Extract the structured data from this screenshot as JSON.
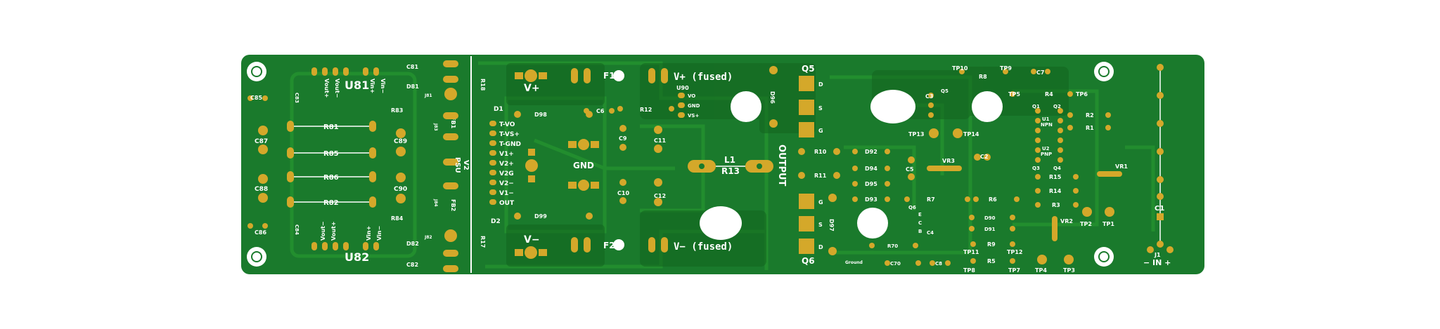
{
  "colors": {
    "mask": "#1a7a2c",
    "mask_dark": "#13651f",
    "trace": "#23902f",
    "copper": "#d4a82a",
    "silk": "#ffffff",
    "hole": "#ffffff"
  },
  "labels": {
    "vplus": "V+",
    "vminus": "V−",
    "f1": "F1",
    "f2": "F2",
    "vplus_fused": "V+ (fused)",
    "vminus_fused": "V− (fused)",
    "gnd": "GND",
    "output": "OUTPUT",
    "l1": "L1",
    "r13": "R13",
    "q5": "Q5",
    "q6": "Q6",
    "u81": "U81",
    "u82": "U82",
    "v2": "V2",
    "psu": "PSU",
    "in": "− IN +",
    "j1": "J1",
    "c1": "C1",
    "u90": "U90",
    "ground": "Ground",
    "npn": "NPN",
    "pnp": "PNP",
    "u1": "U1",
    "u2": "U2"
  },
  "connector_pins": [
    "T-VO",
    "T-VS+",
    "T-GND",
    "V1+",
    "V2+",
    "V2G",
    "V2−",
    "V1−",
    "OUT"
  ],
  "u90_pins": [
    "VO",
    "GND",
    "VS+"
  ],
  "fet_pins_q5": [
    "D",
    "S",
    "G"
  ],
  "fet_pins_q6": [
    "G",
    "S",
    "D"
  ],
  "resistors_left": [
    "R81",
    "R85",
    "R86",
    "R82"
  ],
  "caps_left": [
    "C85",
    "C87",
    "C88",
    "C86"
  ],
  "caps_mid_left": [
    "C89",
    "C90"
  ],
  "small_refs": {
    "r83": "R83",
    "r84": "R84",
    "c81": "C81",
    "c82": "C82",
    "d81": "D81",
    "d82": "D82",
    "c83": "C83",
    "c84": "C84",
    "r18": "R18",
    "r17": "R17",
    "d1": "D1",
    "d2": "D2",
    "d98": "D98",
    "d99": "D99",
    "c6": "C6",
    "r12": "R12",
    "c9": "C9",
    "c10": "C10",
    "c11": "C11",
    "c12": "C12",
    "d96": "D96",
    "d97": "D97",
    "fb1": "FB1",
    "fb2": "FB2",
    "j81": "J81",
    "j82": "J82",
    "j83": "J83",
    "j84": "J84"
  },
  "right_refs": {
    "r10": "R10",
    "r11": "R11",
    "d92": "D92",
    "d94": "D94",
    "d95": "D95",
    "d93": "D93",
    "c5": "C5",
    "vr3": "VR3",
    "c2": "C2",
    "r7": "R7",
    "r6": "R6",
    "q6b": "Q6",
    "e": "E",
    "c": "C",
    "b": "B",
    "c4": "C4",
    "d90": "D90",
    "d91": "D91",
    "r9": "R9",
    "r70": "R70",
    "c70": "C70",
    "c8": "C8",
    "tp11": "TP11",
    "tp12": "TP12",
    "tp8": "TP8",
    "r5": "R5",
    "tp7": "TP7",
    "tp4": "TP4",
    "tp3": "TP3",
    "tp10": "TP10",
    "r8": "R8",
    "tp9": "TP9",
    "c7": "C7",
    "c3": "C3",
    "q5b": "Q5",
    "tp5": "TP5",
    "r4": "R4",
    "tp6": "TP6",
    "q1": "Q1",
    "q2": "Q2",
    "r2": "R2",
    "r1": "R1",
    "tp13": "TP13",
    "tp14": "TP14",
    "q3": "Q3",
    "q4": "Q4",
    "r15": "R15",
    "r14": "R14",
    "r3": "R3",
    "vr1": "VR1",
    "vr2": "VR2",
    "tp2": "TP2",
    "tp1": "TP1"
  },
  "u81_pins": [
    "Vout+",
    "Vout−",
    "Vin+",
    "Vin−"
  ],
  "u82_pins": [
    "Vout−",
    "Vout+",
    "Vin+",
    "Vin−"
  ]
}
